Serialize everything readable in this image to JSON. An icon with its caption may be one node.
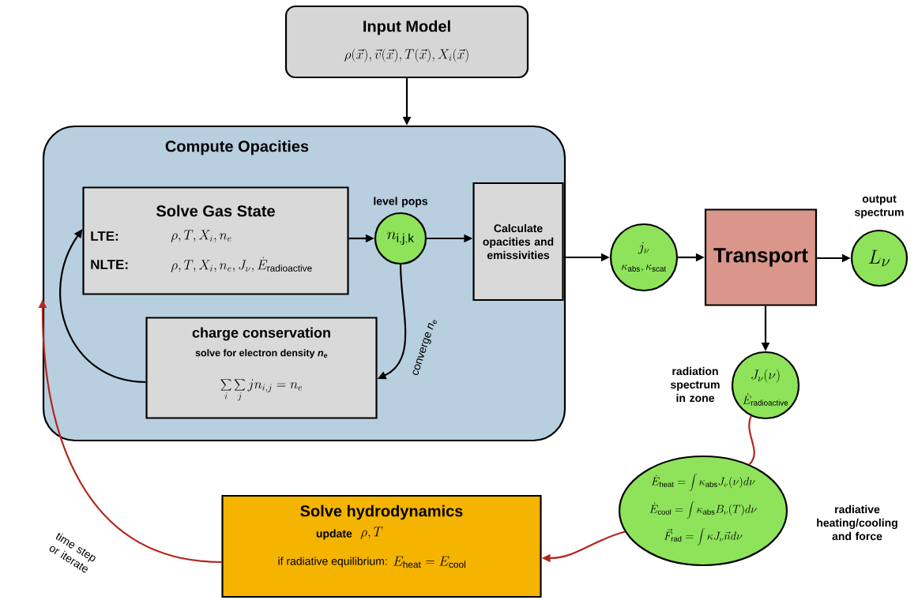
{
  "diagram": {
    "nodes": [
      {
        "text": [
          "Input Model",
          "\\rho(\\vec{x}), \\vec{v}(\\vec{x}), T(\\vec{x}), X_i(\\vec{x})"
        ]
      },
      {
        "text": [
          "Compute Opacities"
        ]
      },
      {
        "text": [
          "Solve Gas State",
          "LTE:",
          "\\rho, T, X_i, n_e",
          "NLTE:",
          "\\rho, T, X_i, n_e, J_\\nu, \\dot{E}_{\\rm radioactive}"
        ],
        "in": 1
      },
      {
        "text": [
          "n_{\\rm i,j,k}"
        ],
        "beside": [
          "level pops"
        ],
        "in": 1
      },
      {
        "text": [
          "Calculate opacities and emissivities"
        ],
        "in": 1
      },
      {
        "text": [
          "charge conservation",
          "solve for electron density *n*$_{e}$",
          "\\sum_i \\sum_j j n_{i,j} = n_e"
        ],
        "in": 1
      },
      {
        "text": [
          "j_\\nu",
          "\\kappa_{\\rm abs}, \\kappa_{\\rm scat}"
        ]
      },
      {
        "text": [
          "Transport"
        ]
      },
      {
        "text": [
          "L_\\nu"
        ],
        "beside": [
          "output spectrum"
        ]
      },
      {
        "text": [
          "J_\\nu(\\nu)",
          "\\dot{E}_{\\rm radioactive}"
        ],
        "beside": [
          "radiation spectrum in zone"
        ]
      },
      {
        "text": [
          "\\dot{E}_{\\rm heat} = \\int \\kappa_{\\rm abs} J_\\nu(\\nu) d\\nu",
          "\\dot{E}_{\\rm cool} = \\int \\kappa_{\\rm abs} B_\\nu(T) d\\nu",
          "\\vec{F}_{\\rm rad} = \\int \\kappa J_\\nu \\vec{n} d\\nu"
        ],
        "beside": [
          "radiative heating/cooling and force"
        ]
      },
      {
        "text": [
          "Solve hydrodynamics",
          "update",
          "\\rho, T",
          "if radiative equilibrium:",
          "E_{\\rm heat} = E_{\\rm cool}"
        ]
      }
    ],
    "edges": [
      {
        "from": 0,
        "to": 1,
        "arrow": "to"
      },
      {
        "from": 2,
        "to": 3,
        "arrow": "to"
      },
      {
        "from": 3,
        "to": 4,
        "arrow": "to"
      },
      {
        "from": 4,
        "to": 6,
        "arrow": "to"
      },
      {
        "from": 6,
        "to": 7,
        "arrow": "to"
      },
      {
        "from": 7,
        "to": 8,
        "arrow": "to"
      },
      {
        "from": 7,
        "to": 9,
        "arrow": "to"
      },
      {
        "from": 3,
        "to": 5,
        "arrow": "to",
        "label": "converge *n*$_{e}$"
      },
      {
        "from": 5,
        "to": 2,
        "arrow": "to"
      },
      {
        "from": 9,
        "to": 10,
        "arrow": "none",
        "color": "#b3261e"
      },
      {
        "from": 10,
        "to": 11,
        "arrow": "to",
        "color": "#b3261e"
      },
      {
        "from": 11,
        "to": 1,
        "arrow": "to",
        "color": "#b3261e",
        "label": "time step or iterate"
      }
    ]
  }
}
